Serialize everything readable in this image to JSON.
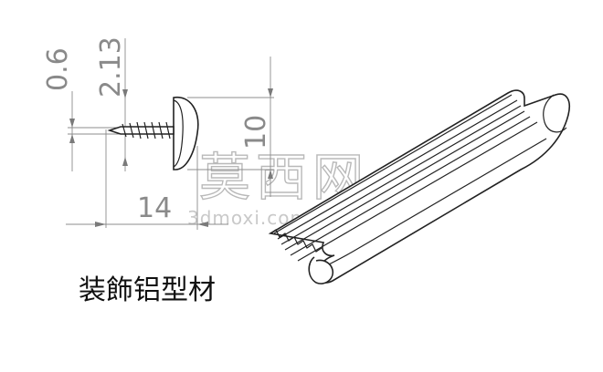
{
  "dimensions": {
    "d1": "0.6",
    "d2": "2.13",
    "d3": "10",
    "d4": "14"
  },
  "caption": "装飾铝型材",
  "watermark": {
    "chars": "莫西网",
    "url": "3dmoxi.com"
  }
}
